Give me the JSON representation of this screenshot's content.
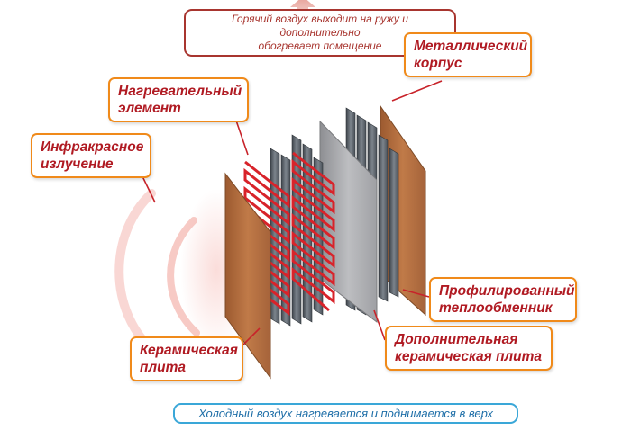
{
  "notes": {
    "hot_air": "Горячий воздух выходит на ружу и дополнительно\nобогревает помещение",
    "cold_air": "Холодный воздух нагревается и поднимается в верх"
  },
  "labels": {
    "metal_case": "Металлический\nкорпус",
    "heating_element": "Нагревательный\nэлемент",
    "infrared": "Инфракрасное\nизлучение",
    "heat_exchanger": "Профилированный\nтеплообменник",
    "extra_ceramic": "Дополнительная\nкерамическая плита",
    "ceramic_plate": "Керамическая\nплита"
  },
  "colors": {
    "label_border": "#f08a1a",
    "label_text": "#b01a22",
    "ceramic": "#b8703f",
    "heating_coil": "#d8232a",
    "heat_exchanger": "#5e6670",
    "extra_plate": "#a9aaad",
    "cold_air_border": "#3aa7d8",
    "hot_air_border": "#a8352f"
  }
}
